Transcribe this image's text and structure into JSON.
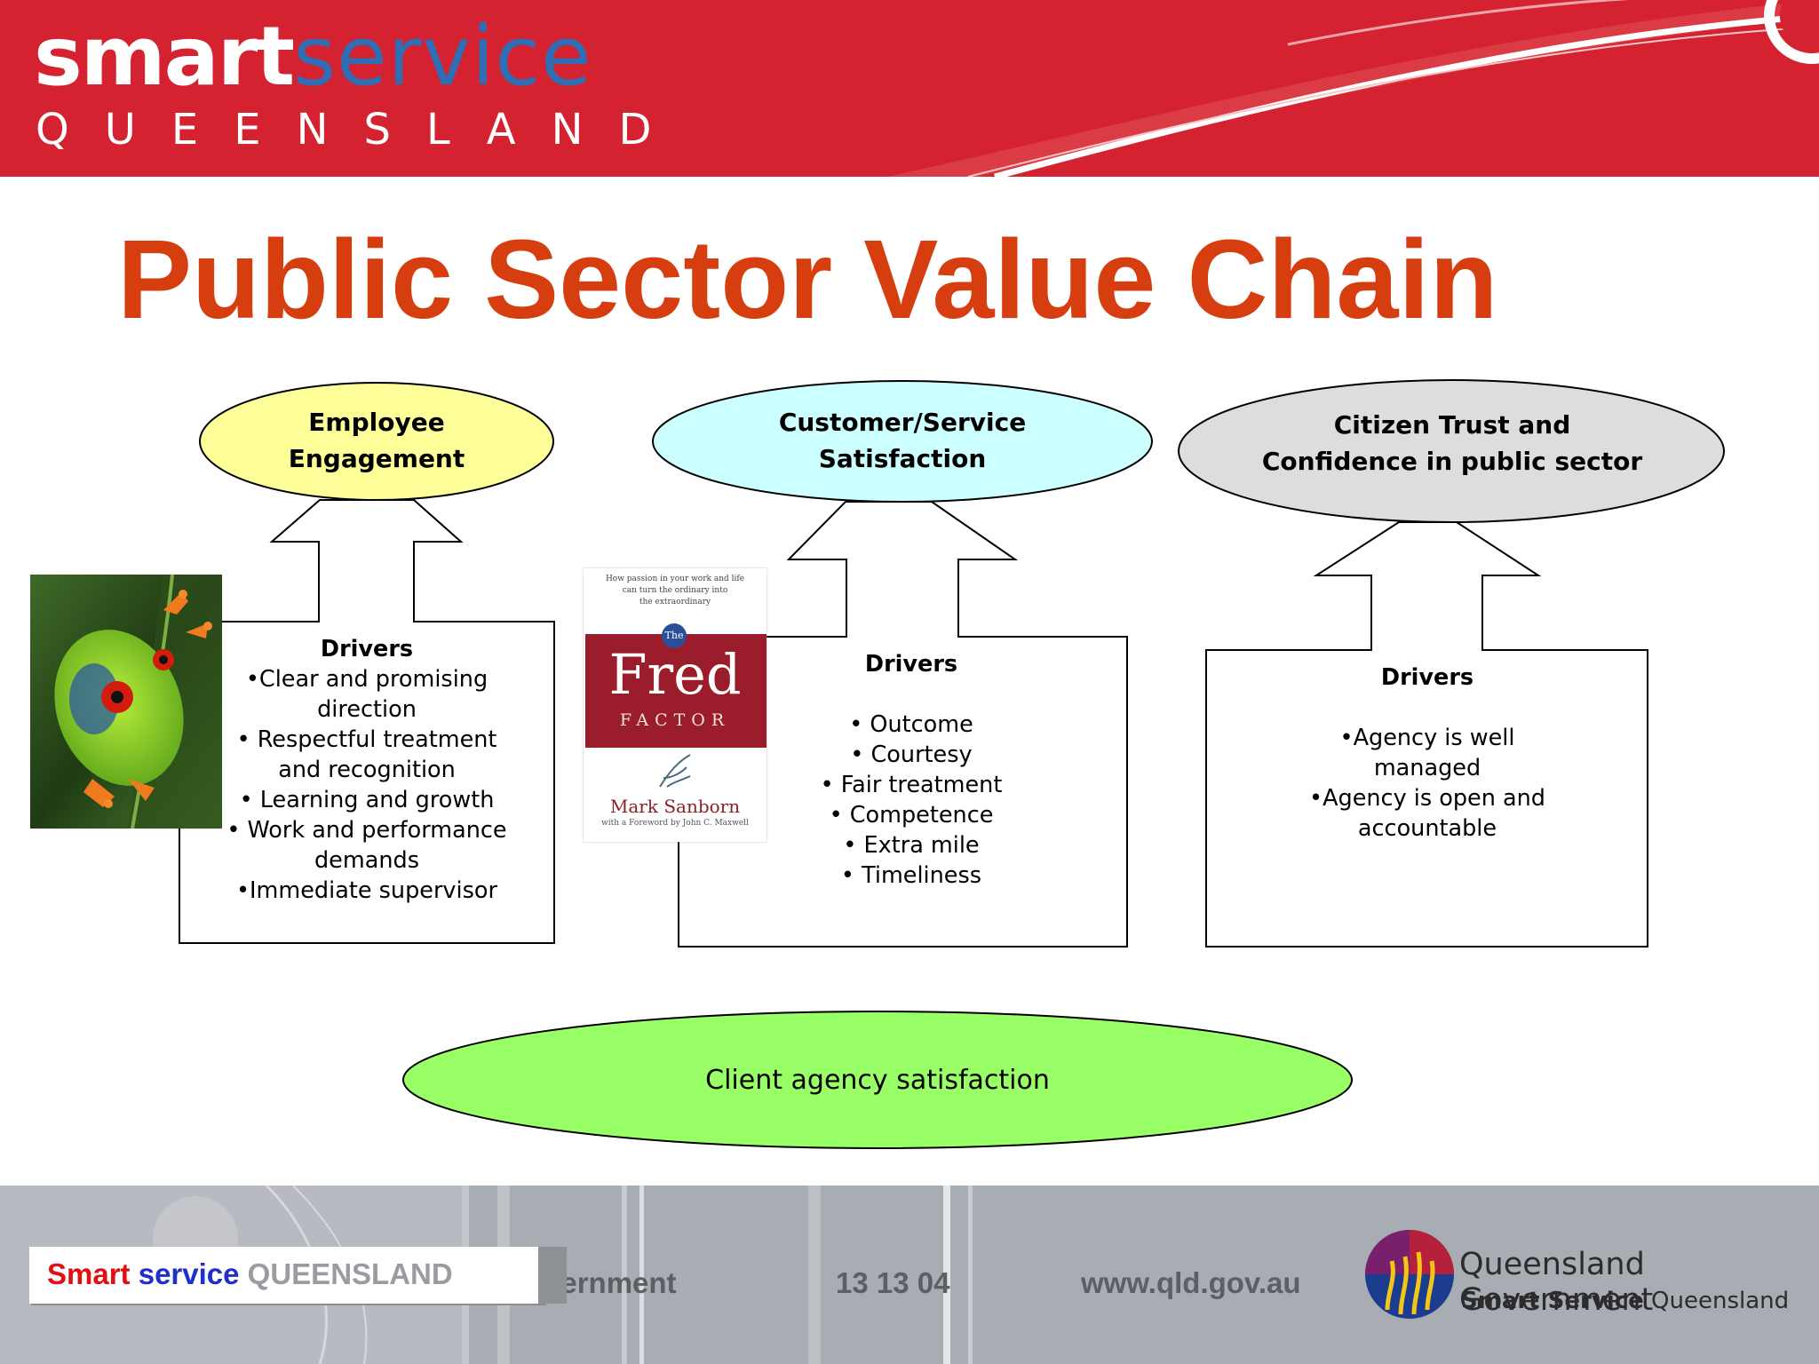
{
  "header": {
    "brand_smart": "smart",
    "brand_service": "service",
    "brand_queensland": "QUEENSLAND"
  },
  "title": "Public Sector Value Chain",
  "ovals": [
    {
      "lines": [
        "Employee",
        "Engagement"
      ],
      "fill": "#ffff99"
    },
    {
      "lines": [
        "Customer/Service",
        "Satisfaction"
      ],
      "fill": "#ccffff"
    },
    {
      "lines": [
        "Citizen Trust and",
        "Confidence in public sector"
      ],
      "fill": "#dddddd"
    }
  ],
  "drivers": [
    {
      "heading": "Drivers",
      "items": [
        "•Clear and promising",
        "direction",
        "• Respectful treatment",
        "and recognition",
        "• Learning and growth",
        "• Work and performance",
        "demands",
        "•Immediate supervisor"
      ]
    },
    {
      "heading": "Drivers",
      "items": [
        "",
        "• Outcome",
        "• Courtesy",
        "• Fair treatment",
        "• Competence",
        "• Extra mile",
        "• Timeliness"
      ]
    },
    {
      "heading": "Drivers",
      "items": [
        "",
        "•Agency is well",
        "managed",
        "•Agency is open and",
        "accountable"
      ]
    }
  ],
  "bottom_oval": {
    "label": "Client agency satisfaction",
    "fill": "#99ff66"
  },
  "book": {
    "tagline": [
      "How passion in your work and life",
      "can turn the ordinary into",
      "the extraordinary"
    ],
    "the": "The",
    "title": "Fred",
    "subtitle": "FACTOR",
    "author": "Mark Sanborn",
    "foreword": "with a Foreword by John C. Maxwell"
  },
  "footer": {
    "logo_smart": "Smart",
    "logo_service": "service",
    "logo_queensland": "QUEENSLAND",
    "partial_text": "vernment",
    "phone": "13 13 04",
    "url": "www.qld.gov.au",
    "qg_title": "Queensland Government",
    "qg_sub_bold": "Smart Service",
    "qg_sub": "Queensland"
  },
  "colors": {
    "header_red": "#d42230",
    "title_orange": "#d63e0f",
    "footer_grey": "#a8acb3"
  }
}
